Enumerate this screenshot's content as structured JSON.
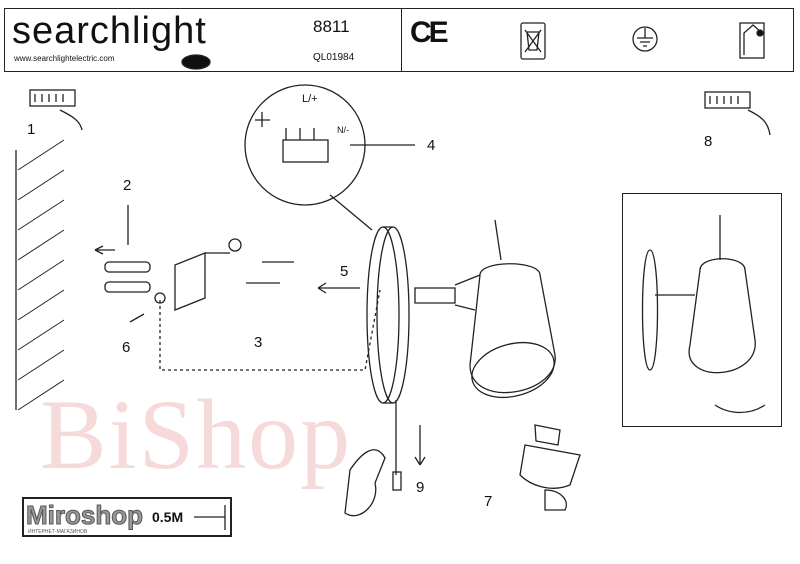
{
  "header": {
    "brand": "searchlight",
    "website": "www.searchlightelectric.com",
    "model_number": "8811",
    "doc_code": "QL01984",
    "ce_mark": "CE",
    "icons": [
      "weee-bin-icon",
      "earth-ground-icon",
      "indoor-use-icon"
    ]
  },
  "steps": {
    "s1": "1",
    "s2": "2",
    "s3": "3",
    "s4": "4",
    "s5": "5",
    "s6": "6",
    "s7": "7",
    "s8": "8",
    "s9": "9"
  },
  "wiring": {
    "live": "L/+",
    "neutral": "N/-"
  },
  "cord_length": "0.5M",
  "watermark": {
    "text": "BiShop",
    "logo": "Miroshop",
    "logo_sub": "ИНТЕРНЕТ-МАГАЗИНОВ"
  },
  "colors": {
    "line": "#222222",
    "watermark": "#e69696"
  }
}
